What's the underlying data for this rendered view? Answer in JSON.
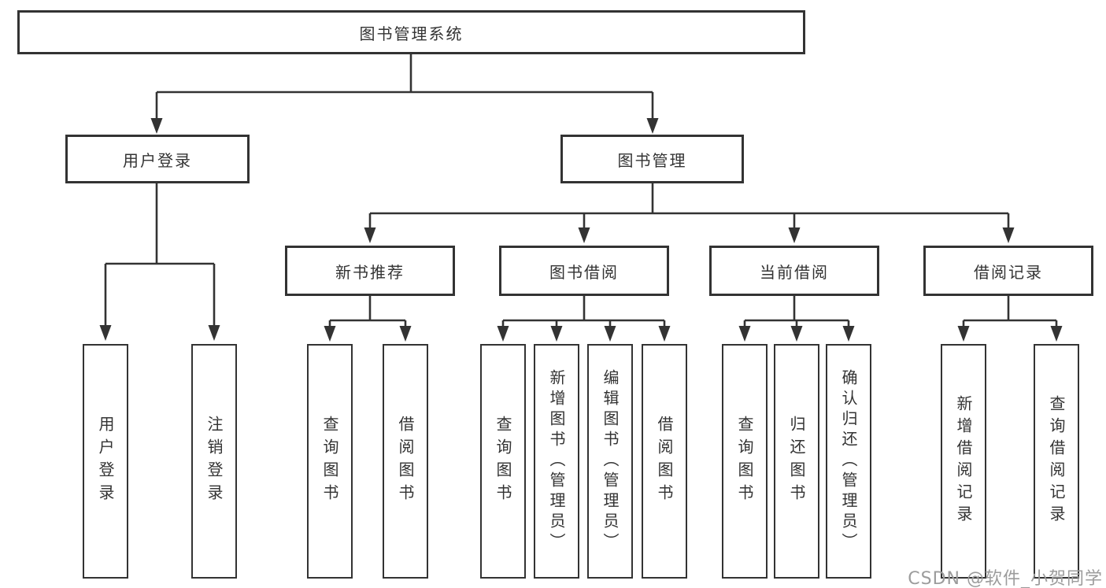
{
  "nodes": {
    "root": "图书管理系统",
    "level1": {
      "user_login": "用户登录",
      "book_management": "图书管理"
    },
    "level2": {
      "new_book_recommend": "新书推荐",
      "book_borrow": "图书借阅",
      "current_borrow": "当前借阅",
      "borrow_records": "借阅记录"
    },
    "leaves": {
      "user_login": [
        "用户登录",
        "注销登录"
      ],
      "new_book_recommend": [
        "查询图书",
        "借阅图书"
      ],
      "book_borrow": [
        "查询图书",
        "新增图书（管理员）",
        "编辑图书（管理员）",
        "借阅图书"
      ],
      "current_borrow": [
        "查询图书",
        "归还图书",
        "确认归还（管理员）"
      ],
      "borrow_records": [
        "新增借阅记录",
        "查询借阅记录"
      ]
    }
  },
  "watermark": "CSDN @软件_小贺同学",
  "colors": {
    "line": "#333333",
    "text": "#333333",
    "box_fill": "#ffffff",
    "background": "#ffffff",
    "watermark": "#9c9c9c"
  }
}
